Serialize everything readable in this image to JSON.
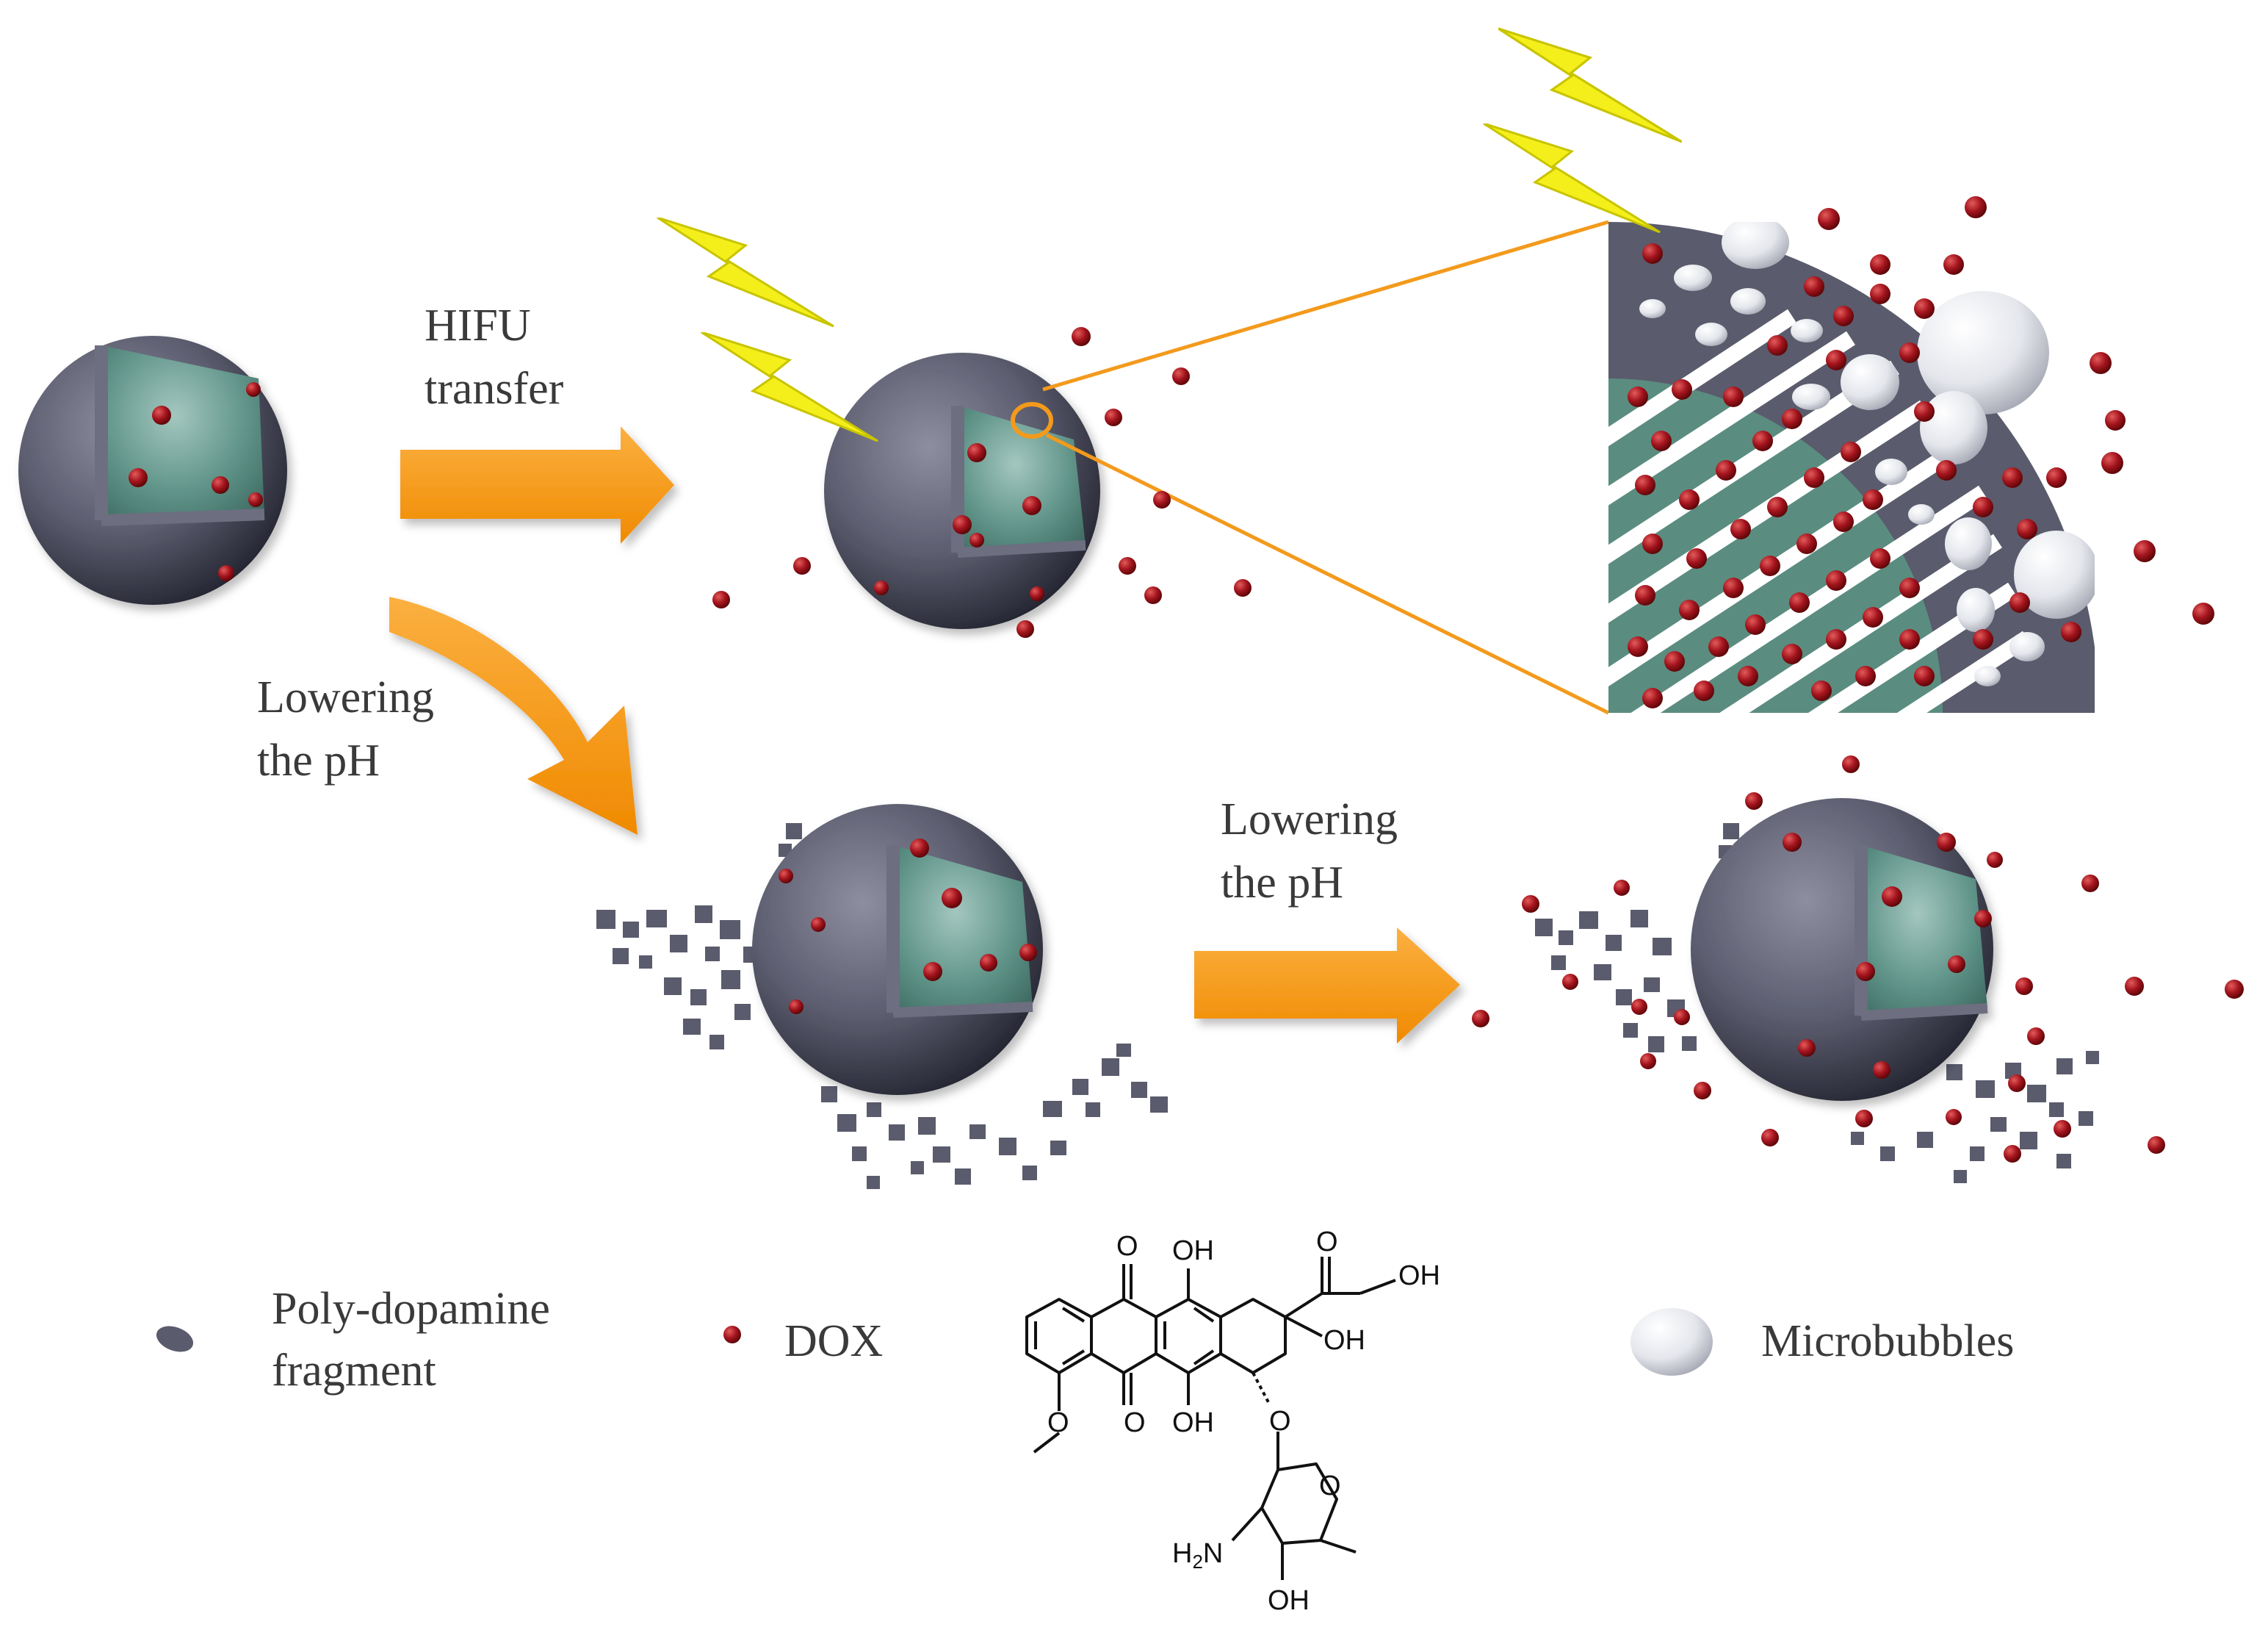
{
  "labels": {
    "hifu_line1": "HIFU",
    "hifu_line2": "transfer",
    "ph_left_line1": "Lowering",
    "ph_left_line2": "the pH",
    "ph_right_line1": "Lowering",
    "ph_right_line2": "the pH"
  },
  "legend": {
    "fragment_line1": "Poly-dopamine",
    "fragment_line2": "fragment",
    "dox": "DOX",
    "microbubbles": "Microbubbles"
  },
  "molecule": {
    "o_top_left": "O",
    "oh_top_middle": "OH",
    "o_ketone": "O",
    "oh_side_chain": "OH",
    "oh_ring": "OH",
    "o_bottom_left": "O",
    "oh_bottom_middle": "OH",
    "o_glycosidic": "O",
    "o_sugar_ring": "O",
    "h2n": "H2N",
    "oh_sugar": "OH"
  },
  "colors": {
    "shell": "#5a5b6c",
    "core": "#5b8c80",
    "dox": "#9b1119",
    "arrow": "#f7920a",
    "lightning": "#f4ef1a",
    "zoom_line": "#f39a1c",
    "bubble": "#e7e9ee"
  }
}
